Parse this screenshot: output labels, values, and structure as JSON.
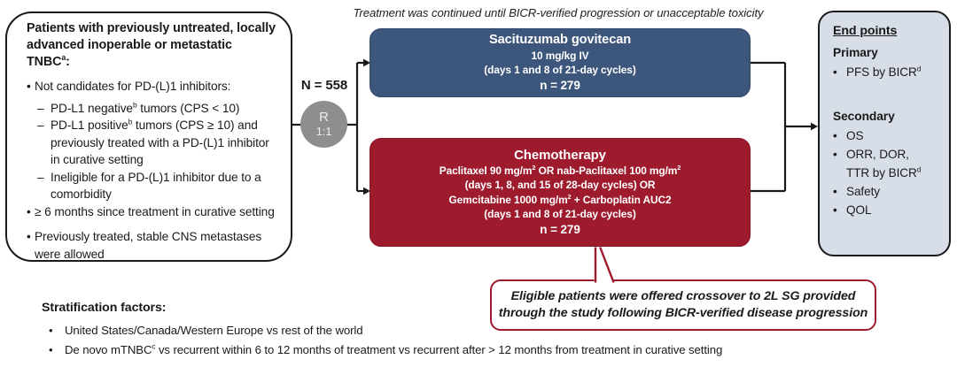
{
  "caption": "Treatment was continued until BICR-verified progression or unacceptable toxicity",
  "eligibility": {
    "title": "Patients with previously untreated, locally advanced inoperable or metastatic TNBC",
    "title_sup": "a",
    "title_end": ":",
    "bullet1": "Not candidates for PD-(L)1 inhibitors:",
    "sub1_pre": "PD-L1 negative",
    "sub1_sup": "b",
    "sub1_post": " tumors (CPS < 10)",
    "sub2_pre": "PD-L1 positive",
    "sub2_sup": "b",
    "sub2_post": " tumors (CPS ≥ 10) and previously treated with a PD-(L)1 inhibitor in curative setting",
    "sub3": "Ineligible for a PD-(L)1 inhibitor due to a comorbidity",
    "bullet2": "≥ 6 months since treatment in curative setting",
    "bullet3": "Previously treated, stable CNS metastases were allowed"
  },
  "randomization": {
    "n_label": "N = 558",
    "r": "R",
    "ratio": "1:1"
  },
  "sg_arm": {
    "title": "Sacituzumab govitecan",
    "dose": "10 mg/kg IV",
    "schedule": "(days 1 and 8 of 21-day cycles)",
    "n": "n = 279"
  },
  "chemo_arm": {
    "title": "Chemotherapy",
    "line1_pre": "Paclitaxel 90 mg/m",
    "line1_sup1": "2",
    "line1_mid": " OR nab-Paclitaxel 100 mg/m",
    "line1_sup2": "2",
    "line2": "(days 1, 8, and 15 of 28-day cycles) OR",
    "line3_pre": "Gemcitabine 1000 mg/m",
    "line3_sup": "2",
    "line3_post": " + Carboplatin AUC2",
    "line4": "(days 1 and 8 of 21-day cycles)",
    "n": "n = 279"
  },
  "endpoints": {
    "heading": "End points",
    "primary_label": "Primary",
    "primary1_pre": "PFS by BICR",
    "primary1_sup": "d",
    "secondary_label": "Secondary",
    "sec1": "OS",
    "sec2_line1": "ORR, DOR,",
    "sec2_line2_pre": "TTR by BICR",
    "sec2_sup": "d",
    "sec3": "Safety",
    "sec4": "QOL"
  },
  "crossover_note": {
    "line1": "Eligible patients were offered crossover to 2L SG provided",
    "line2": "through the study following BICR-verified disease progression"
  },
  "stratification": {
    "heading": "Stratification factors:",
    "item1": "United States/Canada/Western Europe vs rest of the world",
    "item2_pre": "De novo mTNBC",
    "item2_sup": "c",
    "item2_post": " vs recurrent within 6 to 12 months of treatment vs recurrent after > 12 months from treatment in curative setting"
  },
  "colors": {
    "sg_blue": "#3d567c",
    "chemo_red": "#9e1b2e",
    "endpoint_bg": "#d8dee8",
    "line_black": "#1a1a1a",
    "circle_gray": "#8e8e8e"
  }
}
